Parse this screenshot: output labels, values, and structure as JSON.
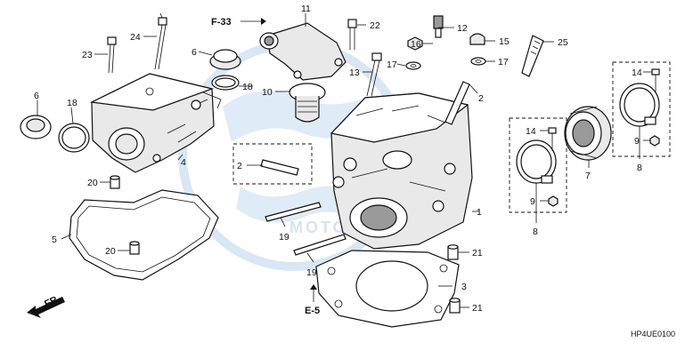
{
  "diagram": {
    "code": "HP4UE0100",
    "front_label": "FR.",
    "refs": {
      "top": "F-33",
      "bottom": "E-5"
    },
    "callouts": {
      "n1": "1",
      "n2a": "2",
      "n2b": "2",
      "n3": "3",
      "n4": "4",
      "n5": "5",
      "n6a": "6",
      "n6b": "6",
      "n7": "7",
      "n8a": "8",
      "n8b": "8",
      "n9a": "9",
      "n9b": "9",
      "n10": "10",
      "n11": "11",
      "n12": "12",
      "n13": "13",
      "n14a": "14",
      "n14b": "14",
      "n15": "15",
      "n16": "16",
      "n17a": "17",
      "n17b": "17",
      "n18a": "18",
      "n18b": "18",
      "n19a": "19",
      "n19b": "19",
      "n20a": "20",
      "n20b": "20",
      "n21a": "21",
      "n21b": "21",
      "n22": "22",
      "n23": "23",
      "n24": "24",
      "n25": "25"
    }
  }
}
